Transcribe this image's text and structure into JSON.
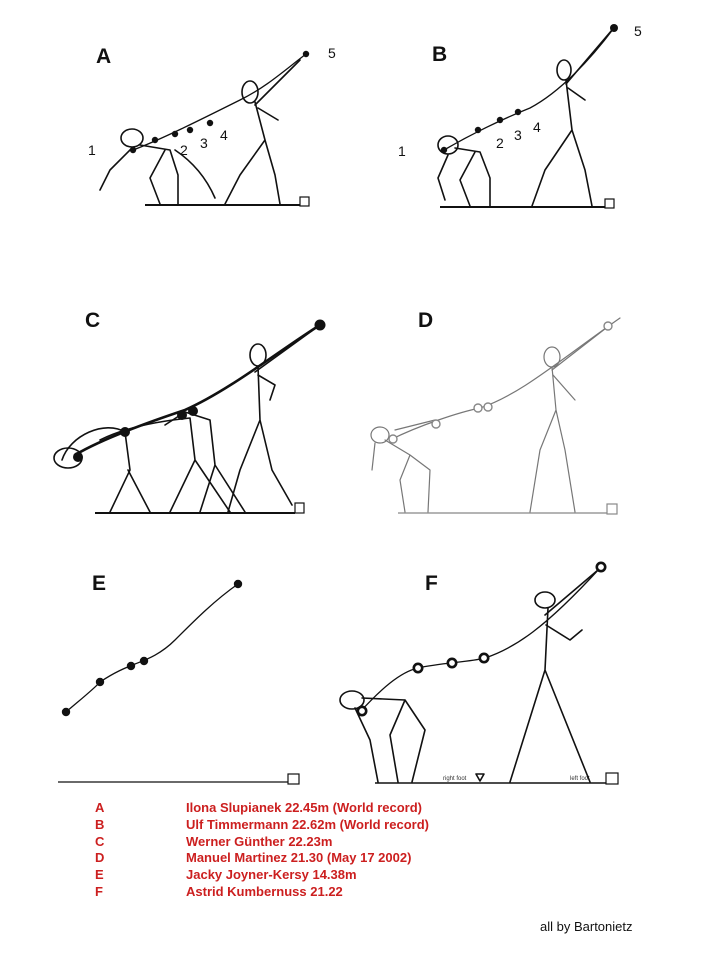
{
  "panels": [
    {
      "letter": "A",
      "phase_numbers": [
        "1",
        "2",
        "3",
        "4",
        "5"
      ]
    },
    {
      "letter": "B",
      "phase_numbers": [
        "1",
        "2",
        "3",
        "4",
        "5"
      ]
    },
    {
      "letter": "C"
    },
    {
      "letter": "D"
    },
    {
      "letter": "E"
    },
    {
      "letter": "F",
      "foot_labels": {
        "right": "right foot",
        "left": "left foot"
      }
    }
  ],
  "legend": [
    {
      "key": "A",
      "text": "Ilona Slupianek 22.45m (World record)"
    },
    {
      "key": "B",
      "text": "Ulf Timmermann 22.62m (World record)"
    },
    {
      "key": "C",
      "text": "Werner Günther 22.23m"
    },
    {
      "key": "D",
      "text": "Manuel Martinez 21.30 (May 17 2002)"
    },
    {
      "key": "E",
      "text": "Jacky Joyner-Kersy 14.38m"
    },
    {
      "key": "F",
      "text": "Astrid Kumbernuss 21.22"
    }
  ],
  "credit": "all by Bartonietz",
  "colors": {
    "legend_text": "#cc1f1f",
    "drawing": "#111111"
  }
}
